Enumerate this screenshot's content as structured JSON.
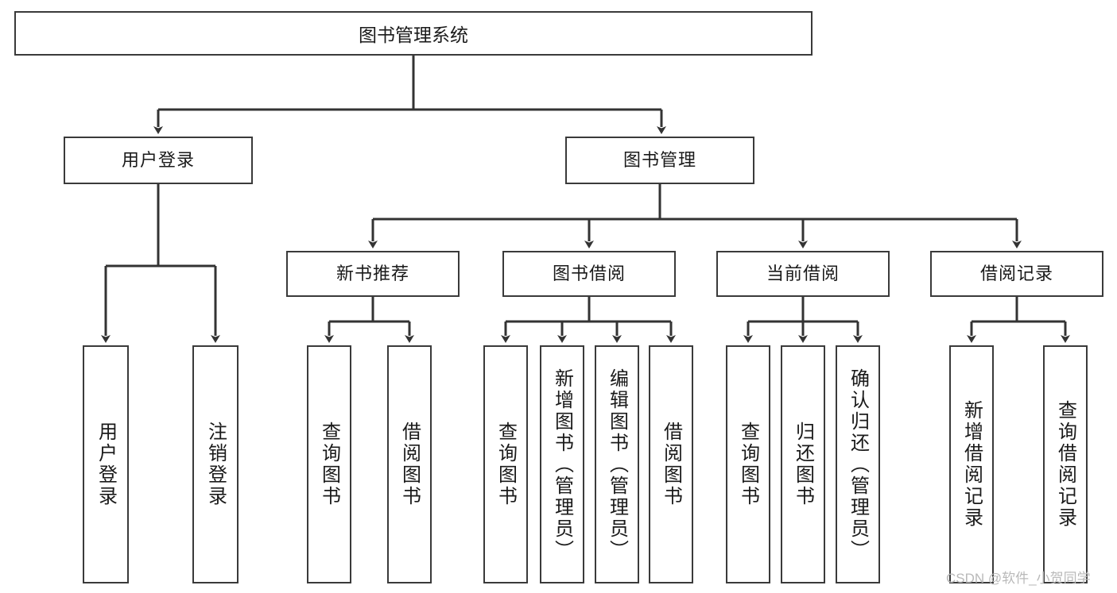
{
  "diagram": {
    "type": "tree-hierarchy-chart",
    "title_text": "图书管理系统",
    "watermark": "CSDN @软件_小贺同学",
    "colors": {
      "box_border": "#3a3a3a",
      "box_fill": "#ffffff",
      "connector": "#333333",
      "text": "#1a1a1a",
      "watermark": "#b9b9b9",
      "background": "#ffffff"
    },
    "root": {
      "label": "图书管理系统"
    },
    "level2": [
      {
        "label": "用户登录"
      },
      {
        "label": "图书管理"
      }
    ],
    "level3": [
      {
        "label": "新书推荐"
      },
      {
        "label": "图书借阅"
      },
      {
        "label": "当前借阅"
      },
      {
        "label": "借阅记录"
      }
    ],
    "leaves": {
      "user_login": [
        {
          "label": "用户登录"
        },
        {
          "label": "注销登录"
        }
      ],
      "new_book_recommend": [
        {
          "label": "查询图书"
        },
        {
          "label": "借阅图书"
        }
      ],
      "book_borrow": [
        {
          "label": "查询图书"
        },
        {
          "label": "新增图书（管理员）"
        },
        {
          "label": "编辑图书（管理员）"
        },
        {
          "label": "借阅图书"
        }
      ],
      "current_borrow": [
        {
          "label": "查询图书"
        },
        {
          "label": "归还图书"
        },
        {
          "label": "确认归还（管理员）"
        }
      ],
      "borrow_record": [
        {
          "label": "新增借阅记录"
        },
        {
          "label": "查询借阅记录"
        }
      ]
    }
  }
}
